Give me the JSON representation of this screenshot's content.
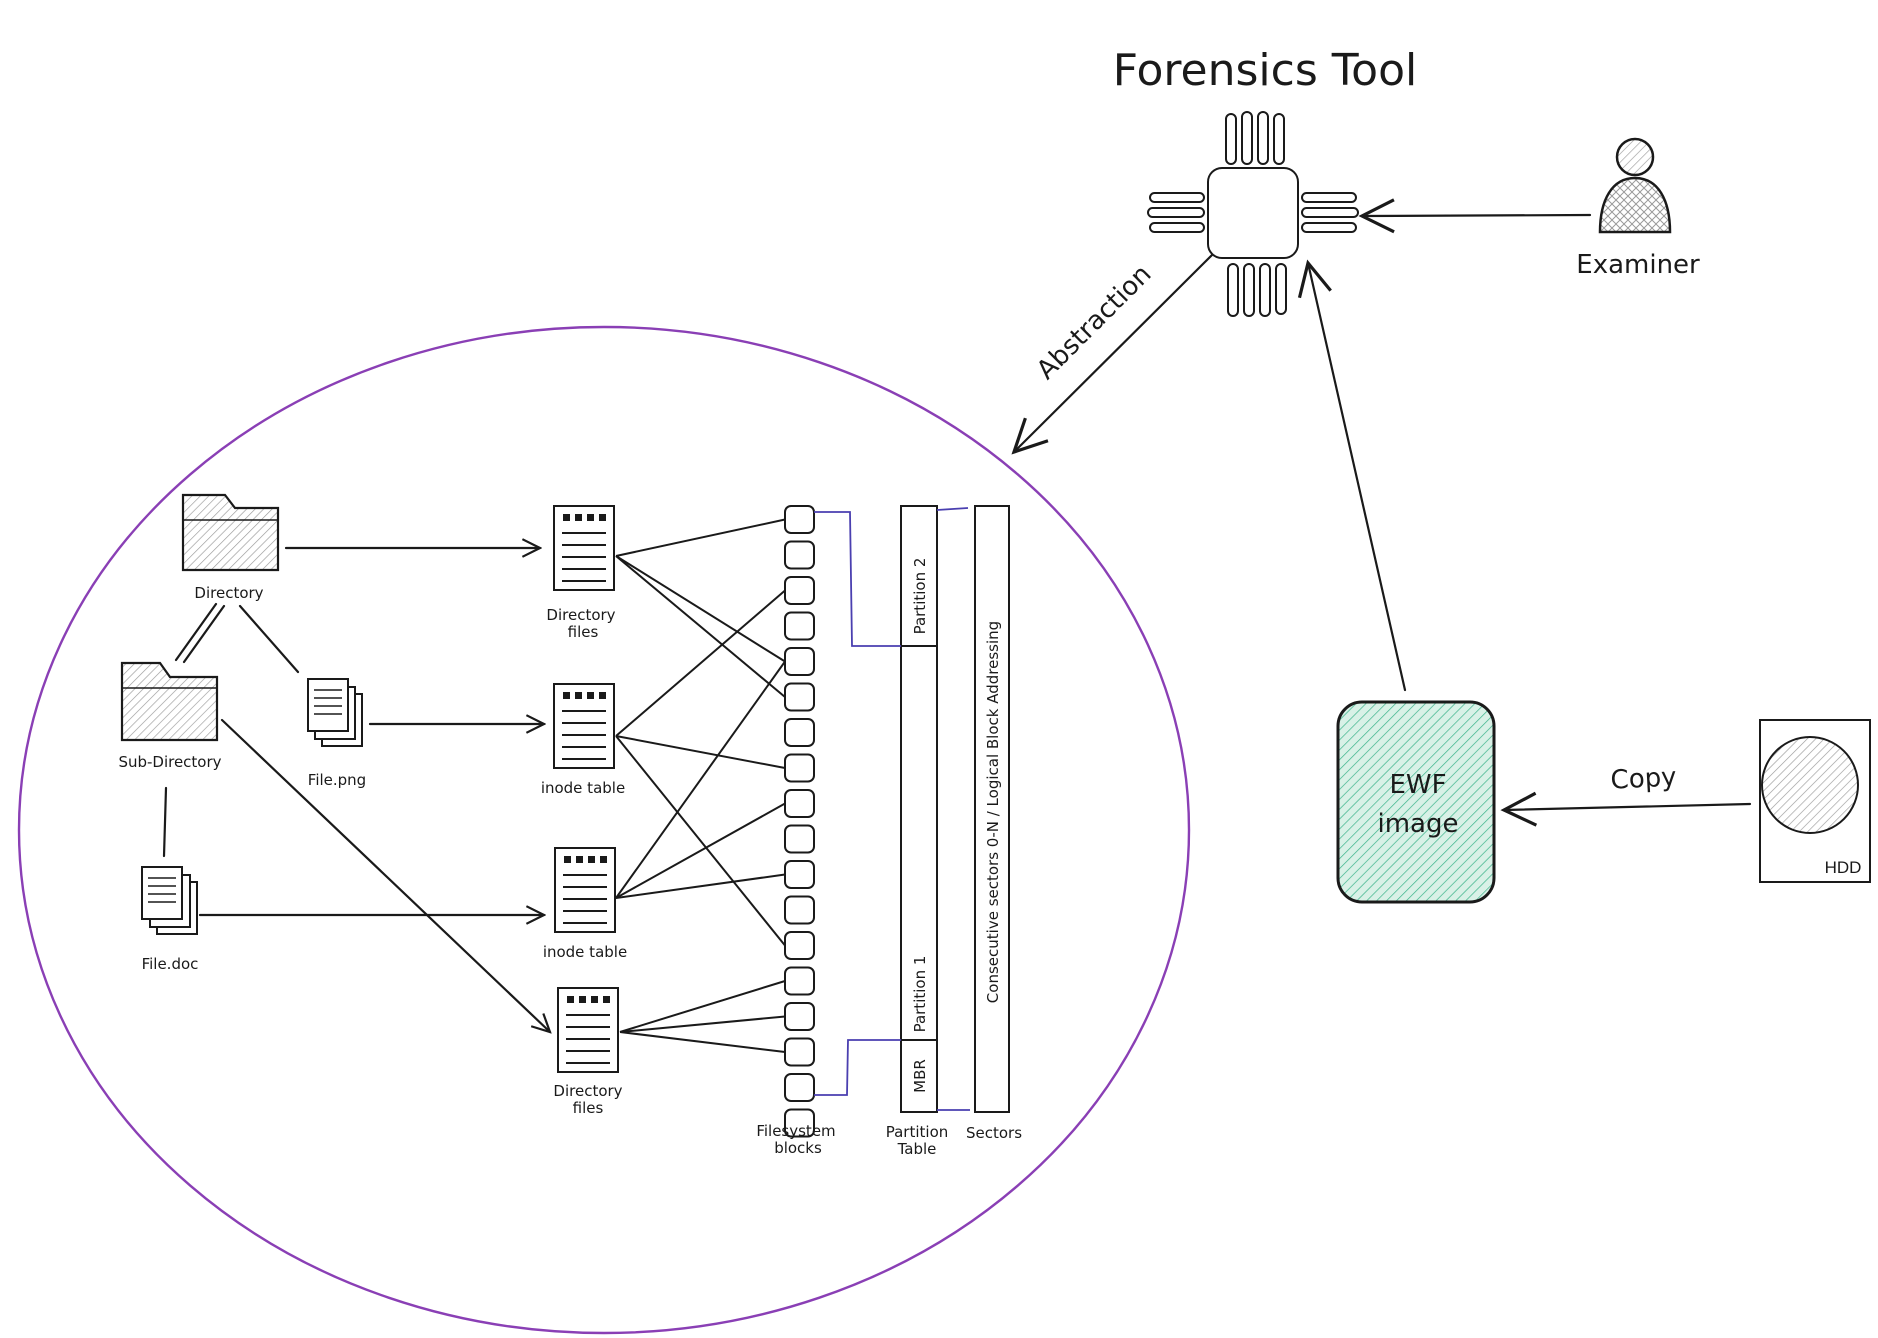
{
  "title": "Forensics Tool",
  "examiner_label": "Examiner",
  "abstraction_label": "Abstraction",
  "copy_label": "Copy",
  "ewf_label_line1": "EWF",
  "ewf_label_line2": "image",
  "hdd_label": "HDD",
  "nodes": {
    "directory": "Directory",
    "sub_directory": "Sub-Directory",
    "file_png": "File.png",
    "file_doc": "File.doc",
    "directory_files_1_line1": "Directory",
    "directory_files_1_line2": "files",
    "inode_table_1": "inode table",
    "inode_table_2": "inode table",
    "directory_files_2_line1": "Directory",
    "directory_files_2_line2": "files"
  },
  "columns": {
    "filesystem_blocks_line1": "Filesystem",
    "filesystem_blocks_line2": "blocks",
    "partition_table_line1": "Partition",
    "partition_table_line2": "Table",
    "sectors": "Sectors"
  },
  "partitions": {
    "partition_2": "Partition 2",
    "partition_1": "Partition 1",
    "mbr": "MBR",
    "sectors_caption": "Consecutive sectors 0-N / Logical Block Addressing"
  },
  "colors": {
    "ellipse": "#8a3fb5",
    "ewf_fill": "#c8eadd",
    "ewf_hatch": "#3bb38a",
    "hatch_gray": "#9a9a9a",
    "partition_link": "#4a3fb0",
    "ink": "#1a1a1a"
  }
}
